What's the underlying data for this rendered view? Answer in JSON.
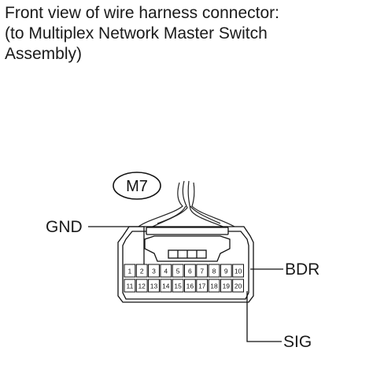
{
  "caption": {
    "line1": "Front view of wire harness connector:",
    "line2": "(to Multiplex Network Master Switch",
    "line3": "Assembly)"
  },
  "connector": {
    "id": "M7",
    "pins_row1": [
      "1",
      "2",
      "3",
      "4",
      "5",
      "6",
      "7",
      "8",
      "9",
      "10"
    ],
    "pins_row2": [
      "11",
      "12",
      "13",
      "14",
      "15",
      "16",
      "17",
      "18",
      "19",
      "20"
    ]
  },
  "terminals": {
    "gnd": "GND",
    "bdr": "BDR",
    "sig": "SIG"
  }
}
